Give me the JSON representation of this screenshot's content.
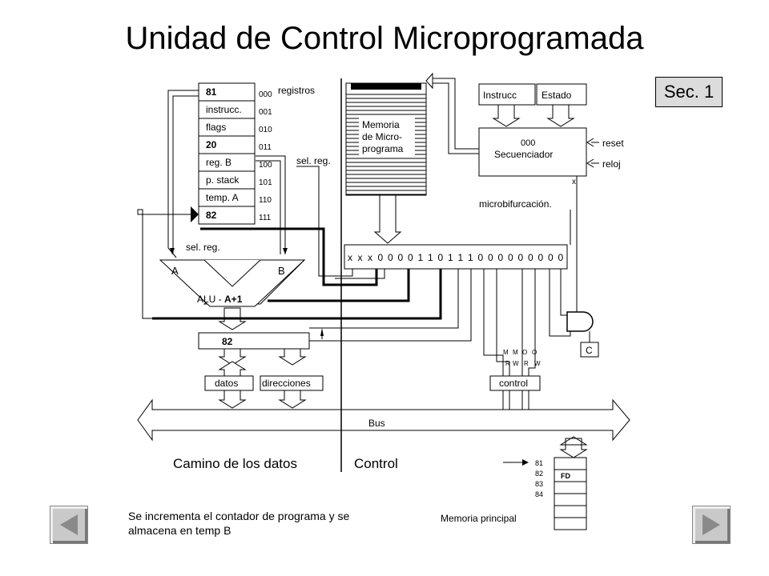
{
  "title": "Unidad de Control Microprogramada",
  "section_badge": "Sec. 1",
  "registers": {
    "label": "registros",
    "rows": [
      {
        "value": "81",
        "bold": true,
        "addr": "000"
      },
      {
        "value": "instrucc.",
        "bold": false,
        "addr": "001"
      },
      {
        "value": "flags",
        "bold": false,
        "addr": "010"
      },
      {
        "value": "20",
        "bold": true,
        "addr": "011"
      },
      {
        "value": "reg. B",
        "bold": false,
        "addr": "100"
      },
      {
        "value": "p. stack",
        "bold": false,
        "addr": "101"
      },
      {
        "value": "temp. A",
        "bold": false,
        "addr": "110"
      },
      {
        "value": "82",
        "bold": true,
        "addr": "111"
      }
    ]
  },
  "labels": {
    "sel_reg_left": "sel. reg.",
    "sel_reg_right": "sel. reg.",
    "alu_a": "A",
    "alu_b": "B",
    "alu_op_prefix": "ALU - ",
    "alu_op": "A+1",
    "alu_output": "82",
    "datos": "datos",
    "direcciones": "direcciones",
    "control": "control",
    "bus": "Bus",
    "camino": "Camino de los datos",
    "control_side": "Control",
    "microbifurcacion": "microbifurcación.",
    "reset": "reset",
    "reloj": "reloj",
    "c_box": "C",
    "mr_top": "M",
    "mw_top": "M",
    "or_top": "O",
    "ow_top": "O",
    "mr_bot": "R",
    "mw_bot": "W",
    "or_bot": "R",
    "ow_bot": "W",
    "x_mark": "x"
  },
  "microprogram_memory": {
    "line1": "Memoria",
    "line2": "de Micro-",
    "line3": "programa"
  },
  "sequencer": {
    "value": "000",
    "label": "Secuenciador",
    "input_instr": "Instrucc",
    "input_estado": "Estado"
  },
  "microinstruction_bits": [
    "x",
    "x",
    "x",
    "0",
    "0",
    "0",
    "0",
    "1",
    "1",
    "0",
    "1",
    "1",
    "1",
    "0",
    "0",
    "0",
    "0",
    "0",
    "0",
    "0",
    "0",
    "0"
  ],
  "main_memory": {
    "label": "Memoria principal",
    "addresses": [
      "81",
      "82",
      "83",
      "84"
    ],
    "cells": [
      "",
      "FD",
      "",
      "",
      "",
      ""
    ]
  },
  "caption": "Se incrementa el contador de programa y se almacena en temp B",
  "nav": {
    "prev": "previous",
    "next": "next"
  }
}
